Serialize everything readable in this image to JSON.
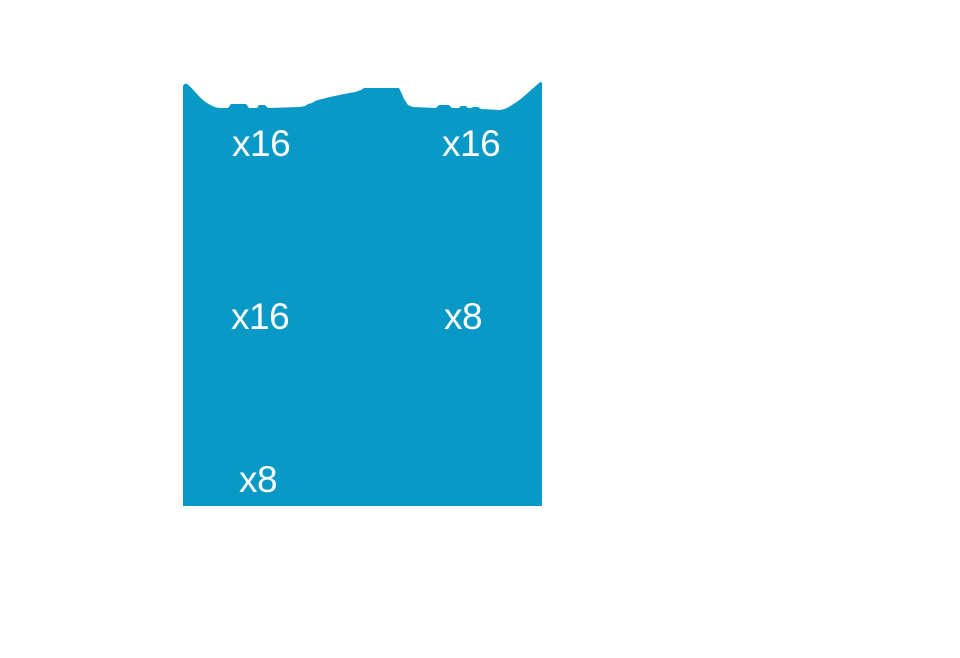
{
  "colors": {
    "background": "#FFFFFF",
    "shape_fill": "#0899C6",
    "label_text": "#FFFFFF"
  },
  "labels": {
    "top_left": "x16",
    "top_right": "x16",
    "middle_left": "x16",
    "middle_right": "x8",
    "bottom_left": "x8"
  }
}
